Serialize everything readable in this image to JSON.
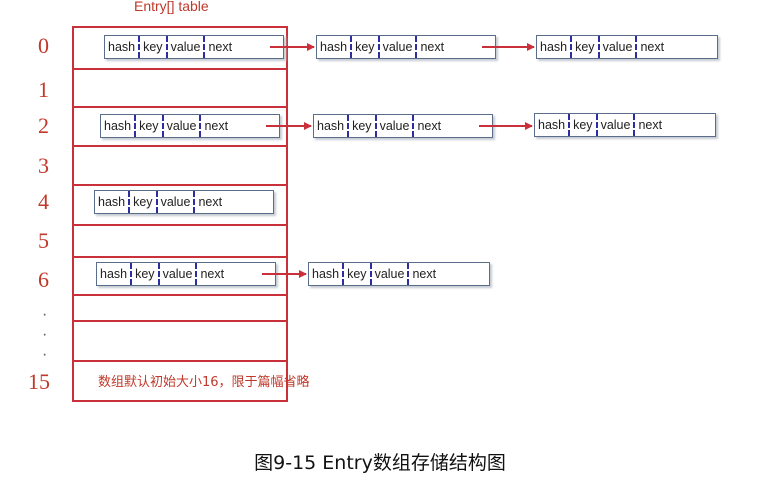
{
  "table_title": "Entry[] table",
  "row_indices": [
    "0",
    "1",
    "2",
    "3",
    "4",
    "5",
    "6",
    "15"
  ],
  "ellipsis": [
    "·",
    "·",
    "·"
  ],
  "entry_fields": [
    "hash",
    "key",
    "value",
    "next"
  ],
  "note": "数组默认初始大小16，限于篇幅省略",
  "caption": "图9-15 Entry数组存储结构图",
  "colors": {
    "table_border": "#c9303a",
    "arrow": "#c9303a",
    "field_divider": "#2a2ea0",
    "entry_border": "#5a6e8c"
  }
}
